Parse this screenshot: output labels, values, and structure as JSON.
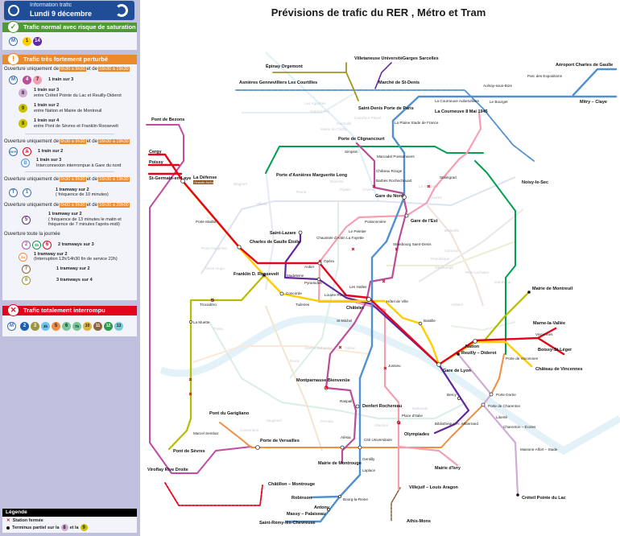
{
  "title": "Prévisions de trafic du RER , Métro et Tram",
  "panel": {
    "header": {
      "subtitle": "Information trafic",
      "date": "Lundi 9 décembre"
    },
    "normal": {
      "title": "Trafic normal avec risque de saturation",
      "network": "M",
      "lines": [
        "1",
        "14"
      ]
    },
    "perturbed": {
      "title": "Trafic très fortement perturbé",
      "open_prefix": "Ouverture uniquement de",
      "open_and": "et de",
      "metro": {
        "slot1": "6h30 à 9h30",
        "slot2": "16h30 à 19h30",
        "network": "M",
        "rows": [
          {
            "lines": [
              "4",
              "7"
            ],
            "main": "1 train sur 3",
            "detail": ""
          },
          {
            "lines": [
              "8"
            ],
            "main": "1 train sur 3",
            "detail": "entre Créteil Pointe du Lac et Reuilly-Diderot"
          },
          {
            "lines": [
              "9"
            ],
            "main": "1 train sur 2",
            "detail": "entre Nation et Mairie de Montreuil"
          },
          {
            "lines": [
              "9"
            ],
            "main": "1 train sur 4",
            "detail": "entre Pont de Sèvres et Franklin Roosevelt"
          }
        ]
      },
      "rer": {
        "slot1": "6h30 à 9h30",
        "slot2": "16h30 à 19h30",
        "network": "RER",
        "rows": [
          {
            "line": "A",
            "main": "1 train sur 2",
            "detail": ""
          },
          {
            "line": "B",
            "main": "1 train sur 3",
            "detail": "Interconnexion interrompue à Gare du nord"
          }
        ]
      },
      "tram1": {
        "slot1": "5h30 à 9h30",
        "slot2": "16h30 à 19h30",
        "network": "T",
        "line": "1",
        "main": "1 tramway sur 2",
        "detail": "( fréquence de 10 minutes)"
      },
      "tram5": {
        "slot1": "6h00 à 9h30",
        "slot2": "16h30 à 20h00",
        "line": "5",
        "main": "1 tramway sur 2",
        "detail1": "( fréquence de 13 minutes le matin et",
        "detail2": "fréquence de 7 minutes l'après-midi)"
      },
      "allday": {
        "label": "Ouverture toute la journée",
        "rows": [
          {
            "lines": [
              "2",
              "3b",
              "6"
            ],
            "main": "2 tramways sur 3",
            "detail": ""
          },
          {
            "lines": [
              "3a"
            ],
            "main": "1 tramway sur 2",
            "detail": "(Interruption 12h/14h30 fin de service 22h)"
          },
          {
            "lines": [
              "7"
            ],
            "main": "1 tramway sur 2",
            "detail": ""
          },
          {
            "lines": [
              "8"
            ],
            "main": "3 tramways sur 4",
            "detail": ""
          }
        ]
      }
    },
    "interrupted": {
      "title": "Trafic totalement interrompu",
      "network": "M",
      "lines": [
        "2",
        "3",
        "3b",
        "5",
        "6",
        "7b",
        "10",
        "11",
        "12",
        "13"
      ]
    },
    "legend": {
      "title": "Légende",
      "closed": "Station fermée",
      "partial": "Terminus partiel sur la",
      "partial_and": "et la",
      "partial_lines": [
        "8",
        "9"
      ]
    }
  },
  "colors": {
    "m1": "#ffcd00",
    "m14": "#62259d",
    "m4": "#bb4d98",
    "m7": "#f59fb3",
    "m8": "#ceadd2",
    "m9": "#b6bd00",
    "rerA": "#e3051b",
    "rerB": "#5291ce",
    "t3a": "#f28e42",
    "t3b": "#00a04f",
    "t2": "#c04ca3",
    "t8": "#9f9825"
  },
  "map": {
    "stations": [
      "Épinay Orgemont",
      "Villetaneuse Université",
      "Garges Sarcelles",
      "Asnières Gennevilliers Les Courtilles",
      "Marché de St-Denis",
      "Saint-Denis Porte de Paris",
      "Aéroport Charles de Gaulle",
      "Parc des Expositions",
      "Aulnay-sous-Bois",
      "Mitry – Claye",
      "Le Bourget",
      "La Courneuve Aubervilliers",
      "La Courneuve 8 Mai 1945",
      "La Plaine Stade de France",
      "Pont de Bezons",
      "Porte de Clignancourt",
      "Simplon",
      "Marcadet Poissonniers",
      "Porte d'Asnières Marguerite Long",
      "Château Rouge",
      "Barbès Rochechouart",
      "Gare du Nord",
      "Gare de l'Est",
      "Cergy",
      "Poissy",
      "St-Germain-en-Laye",
      "La Défense",
      "Grande Arche",
      "Porte Maillot",
      "Charles de Gaulle Étoile",
      "Saint-Lazare",
      "Chaussée d'Antin La Fayette",
      "Opéra",
      "Auber",
      "Madeleine",
      "Pyramides",
      "Franklin D. Roosevelt",
      "Concorde",
      "Trocadéro",
      "Tuileries",
      "Louvre Rivoli",
      "Les Halles",
      "Châtelet",
      "Hôtel de Ville",
      "Bastille",
      "Nation",
      "Mairie de Montreuil",
      "Marne-la-Vallée",
      "Boissy-St-Léger",
      "Château de Vincennes",
      "Reuilly – Diderot",
      "Gare de Lyon",
      "Porte Dorée",
      "Porte de Charenton",
      "Montparnasse Bienvenüe",
      "Denfert Rochereau",
      "Place d'Italie",
      "Bibliothèque Fr. Mitterrand",
      "Olympiades",
      "Porte de Versailles",
      "Pont du Garigliano",
      "Pont de Sèvres",
      "Viroflay Rive Droite",
      "Mairie de Montrouge",
      "Cité Universitaire",
      "Mairie d'Ivry",
      "Villejuif – Louis Aragon",
      "Châtillon – Montrouge",
      "Robinson",
      "Antony",
      "Massy – Palaiseau",
      "Saint-Rémy-lès-Chevreuse",
      "Athis-Mons",
      "Créteil Pointe du Lac",
      "Noisy-le-Sec",
      "Stalingrad",
      "Strasbourg Saint-Denis",
      "Poissonnière",
      "Le Peletier",
      "Bercy",
      "Vincennes",
      "Porte de Vincennes",
      "Trocadéro",
      "La Muette",
      "Marcel Sembat",
      "Alésia",
      "Raspail",
      "St-Michel",
      "Jussieu",
      "Charenton – Écoles",
      "Maisons-Alfort – Stade",
      "Bourg-la-Reine",
      "Gentilly",
      "Laplace",
      "Liberté"
    ],
    "faded": [
      "Les Agnettes",
      "Gabriel Péri",
      "Mairie de Clichy",
      "Carrefour Pleyel",
      "Garibaldi",
      "Wagram",
      "Villiers",
      "Rome",
      "Blanche",
      "Pigalle",
      "Anvers",
      "La Chapelle",
      "Jaurès",
      "Belleville",
      "Goncourt",
      "République",
      "Oberkampf",
      "Voltaire",
      "Père Lachaise",
      "Gambetta",
      "Porte Dauphine",
      "Victor Hugo",
      "Passy",
      "Duroc",
      "Sèvres Babylone",
      "Odéon",
      "Convention",
      "Vaugirard",
      "Nationale",
      "Glacière",
      "Pernety"
    ]
  }
}
